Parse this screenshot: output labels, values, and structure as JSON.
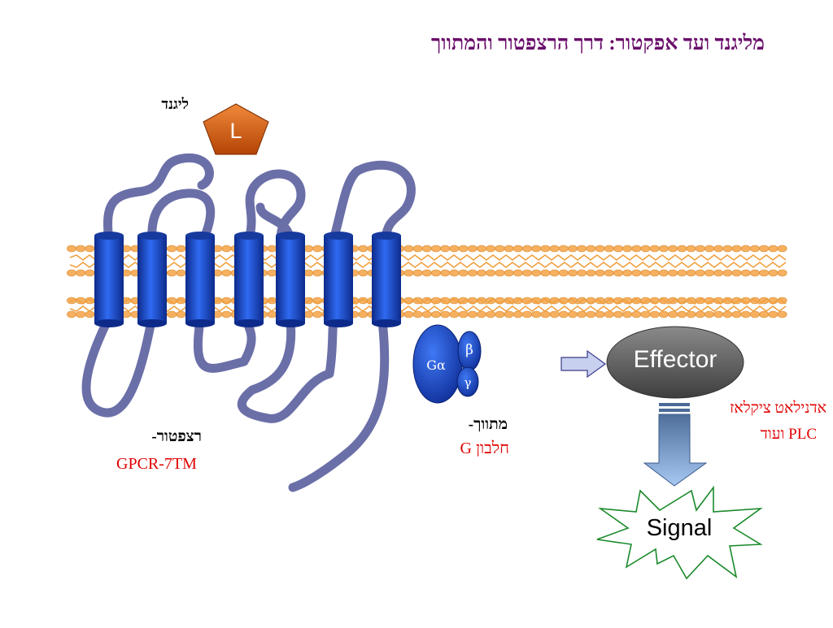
{
  "title": "מליגנד ועד אפקטור: דרך הרצפטור והמתווך",
  "ligand": {
    "label": "ליגנד",
    "symbol": "L"
  },
  "receptor": {
    "label": "רצפטור-",
    "type": "GPCR-7TM"
  },
  "transducer": {
    "label": "מתווך-",
    "name": "חלבון G",
    "subunits": {
      "alpha": "Gα",
      "beta": "β",
      "gamma": "γ"
    }
  },
  "effector": {
    "label": "Effector",
    "examples": [
      "אדנילאט ציקלאז",
      "PLC  ועוד"
    ]
  },
  "signal": {
    "label": "Signal"
  },
  "colors": {
    "title": "#6a0d6a",
    "red_text": "#e00000",
    "receptor_chain": "#6b6fa8",
    "helix": "#1f4fd6",
    "membrane_head": "#f6b060",
    "ligand": "#d85a10",
    "effector_fill": "#5a5a5a",
    "arrow_fill": "#8fb0e0"
  }
}
